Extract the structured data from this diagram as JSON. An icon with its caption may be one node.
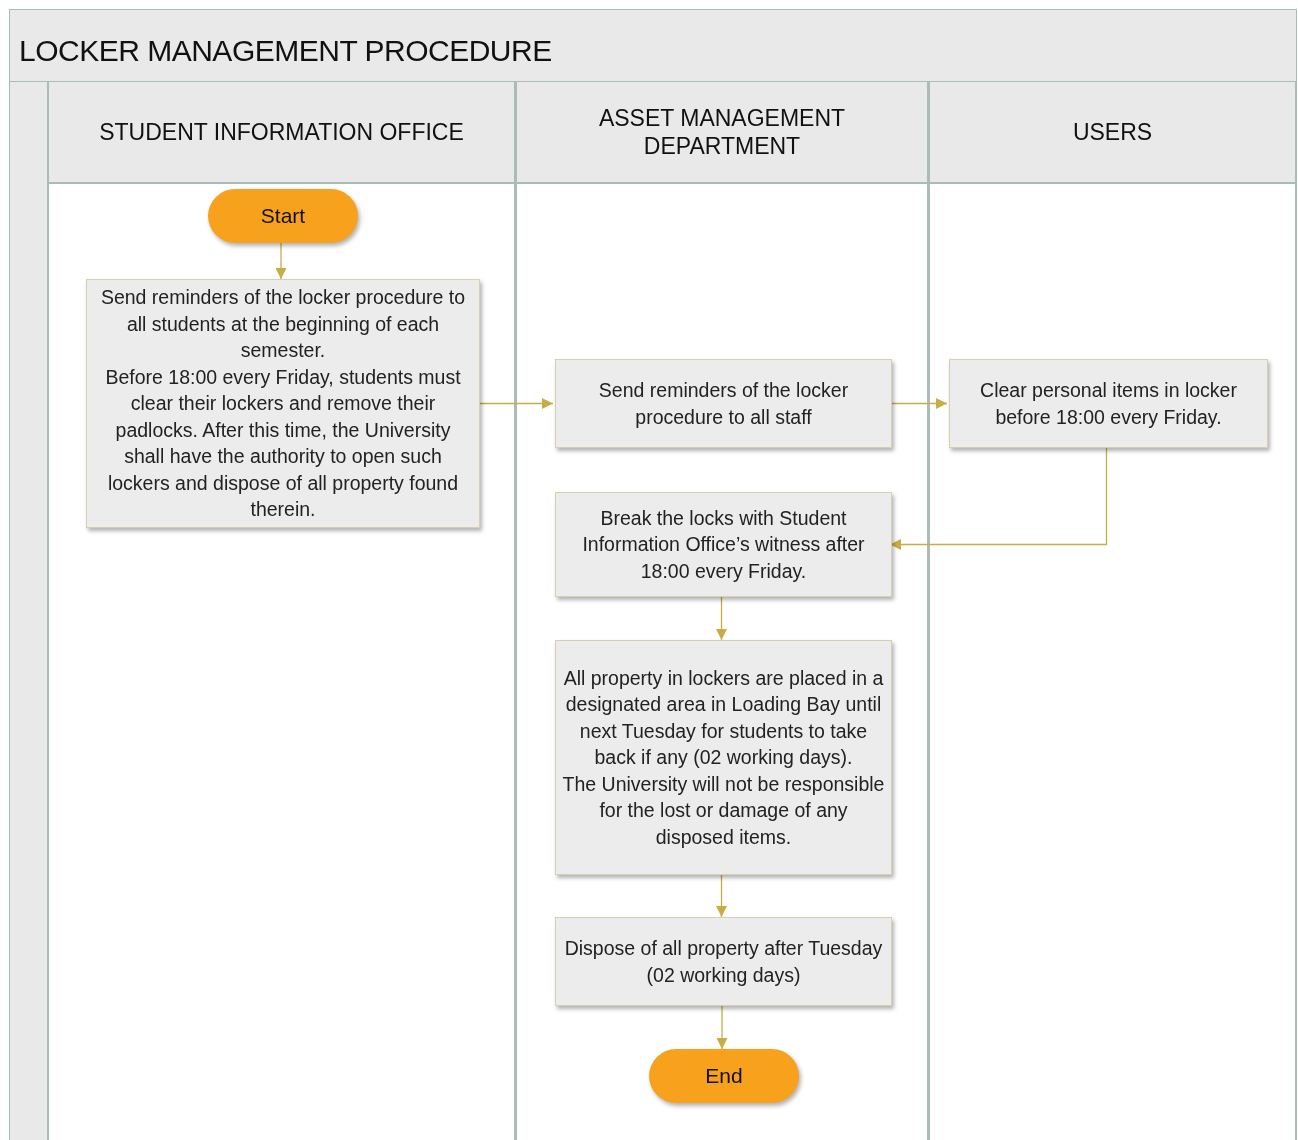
{
  "diagram": {
    "title": "LOCKER MANAGEMENT PROCEDURE",
    "nodes": [
      {
        "text": [
          "STUDENT INFORMATION OFFICE"
        ]
      },
      {
        "text": [
          "ASSET MANAGEMENT DEPARTMENT"
        ]
      },
      {
        "text": [
          "USERS"
        ]
      },
      {
        "text": [
          "Start"
        ],
        "in": 0
      },
      {
        "text": [
          "Send reminders of the locker procedure to all students at the beginning of each semester.",
          "Before 18:00 every Friday, students must clear their lockers and remove their padlocks. After this time, the University shall have the authority to open such lockers and dispose of all property found therein."
        ],
        "in": 0
      },
      {
        "text": [
          "Send reminders of the locker procedure to all staff"
        ],
        "in": 1
      },
      {
        "text": [
          "Clear personal items in locker before 18:00 every Friday."
        ],
        "in": 2
      },
      {
        "text": [
          "Break the locks with Student Information Office’s witness after 18:00 every Friday."
        ],
        "in": 1
      },
      {
        "text": [
          "All property in lockers are placed in a designated area in Loading Bay until next Tuesday for students to take back if any (02 working days).",
          "The University will not be responsible for the lost or damage of any disposed items."
        ],
        "in": 1
      },
      {
        "text": [
          "Dispose of all property after Tuesday (02 working days)"
        ],
        "in": 1
      },
      {
        "text": [
          "End"
        ],
        "in": 1
      }
    ],
    "edges": [
      {
        "from": 3,
        "to": 4,
        "arrow": "to"
      },
      {
        "from": 4,
        "to": 5,
        "arrow": "to"
      },
      {
        "from": 5,
        "to": 6,
        "arrow": "to"
      },
      {
        "from": 6,
        "to": 7,
        "arrow": "to"
      },
      {
        "from": 7,
        "to": 8,
        "arrow": "to"
      },
      {
        "from": 8,
        "to": 9,
        "arrow": "to"
      },
      {
        "from": 9,
        "to": 10,
        "arrow": "to"
      }
    ]
  }
}
